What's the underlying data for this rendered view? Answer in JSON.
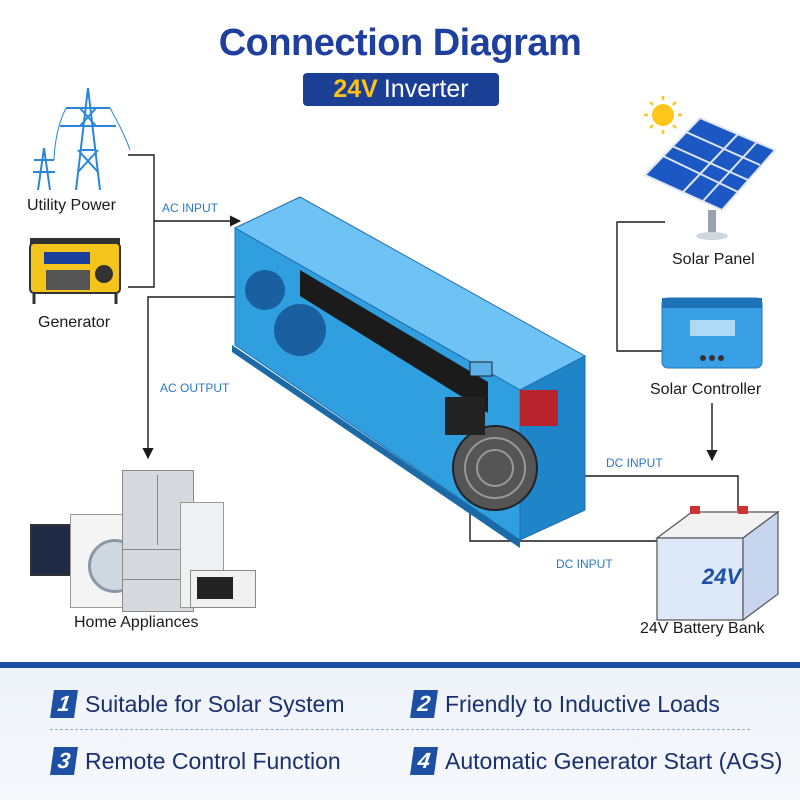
{
  "header": {
    "title": "Connection Diagram",
    "subtitle_accent": "24V",
    "subtitle_rest": "Inverter"
  },
  "nodes": {
    "utility_power": "Utility Power",
    "generator": "Generator",
    "home_appliances": "Home Appliances",
    "solar_panel": "Solar Panel",
    "solar_controller": "Solar Controller",
    "battery_bank": "24V Battery Bank"
  },
  "connections": {
    "ac_input": "AC INPUT",
    "ac_output": "AC OUTPUT",
    "dc_input_controller": "DC INPUT",
    "dc_input_battery": "DC INPUT"
  },
  "battery_label": "24V",
  "features": [
    {
      "num": "1",
      "text": "Suitable for Solar System"
    },
    {
      "num": "2",
      "text": "Friendly to Inductive Loads"
    },
    {
      "num": "3",
      "text": "Remote Control Function"
    },
    {
      "num": "4",
      "text": "Automatic Generator Start (AGS)"
    }
  ],
  "colors": {
    "title": "#1e3f9e",
    "accent": "#ffc21a",
    "inverter_body": "#2f9fe0",
    "connector_text": "#2b78c9",
    "feature_bar": "#1d4fa5"
  }
}
